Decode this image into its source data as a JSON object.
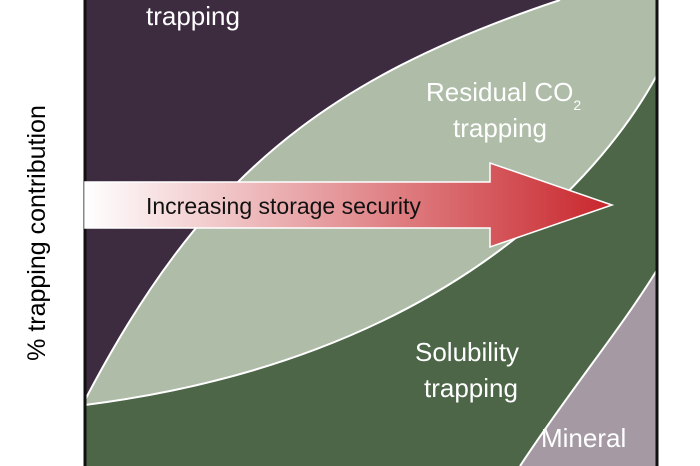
{
  "y_axis_label": "% trapping contribution",
  "regions": {
    "structural": {
      "label_visible": "trapping",
      "color": "#3d2b40"
    },
    "residual": {
      "label_line1": "Residual CO",
      "label_subscript": "2",
      "label_line2": "trapping",
      "color": "#aebca8"
    },
    "solubility": {
      "label_line1": "Solubility",
      "label_line2": "trapping",
      "color": "#4c6647"
    },
    "mineral": {
      "label_visible": "Mineral",
      "color": "#a59aa4"
    }
  },
  "arrow": {
    "label": "Increasing storage security",
    "color_start": "#ffffff",
    "color_end": "#c8262c"
  }
}
